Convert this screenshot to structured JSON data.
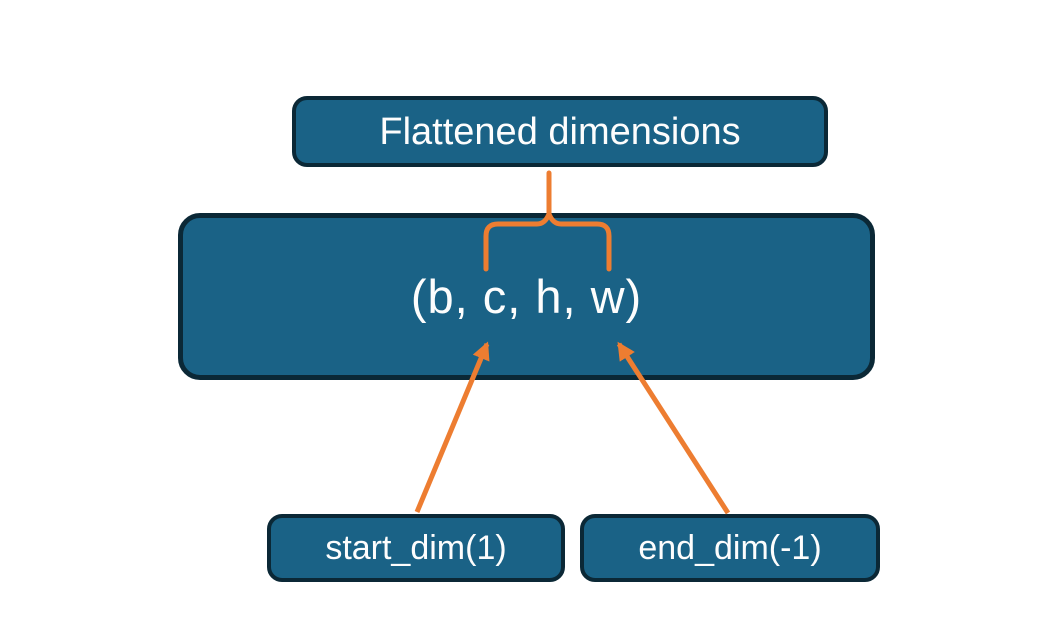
{
  "diagram": {
    "nodes": {
      "flattened": {
        "label": "Flattened dimensions"
      },
      "tensor": {
        "label": "(b, c, h, w)"
      },
      "start_dim": {
        "label": "start_dim(1)"
      },
      "end_dim": {
        "label": "end_dim(-1)"
      }
    },
    "connectors": [
      {
        "name": "stem-line",
        "type": "line",
        "from": "flattened",
        "to": "brace"
      },
      {
        "name": "brace",
        "type": "over-brace",
        "spans": "c, h, w portion of tensor tuple"
      },
      {
        "name": "start-dim-arrow",
        "type": "arrow",
        "from": "start_dim",
        "points_to": "c in (b, c, h, w)"
      },
      {
        "name": "end-dim-arrow",
        "type": "arrow",
        "from": "end_dim",
        "points_to": "w in (b, c, h, w)"
      }
    ],
    "colors": {
      "background": "#ffffff",
      "node_fill": "#1a6286",
      "node_border": "#0b2836",
      "node_text": "#fdfdfd",
      "connector": "#ed7d31"
    }
  }
}
